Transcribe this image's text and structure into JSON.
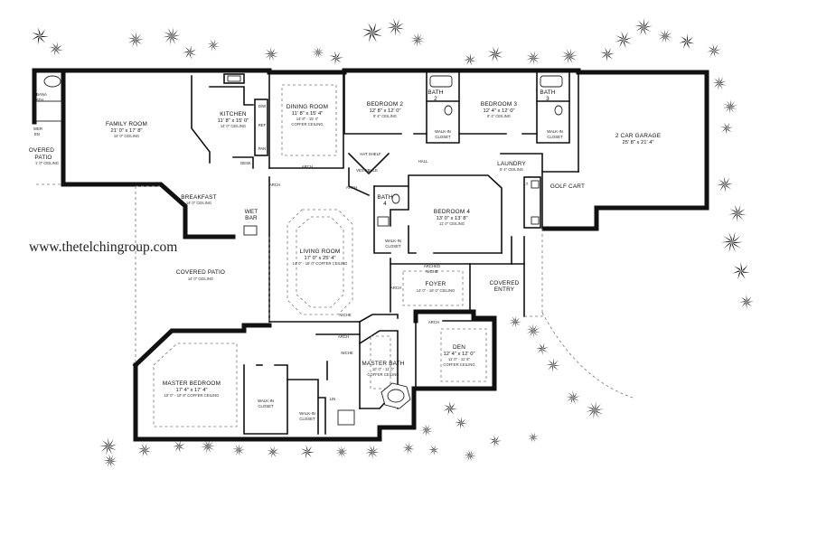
{
  "website": "www.thetelchingroup.com",
  "rooms": {
    "cabana_bath": {
      "name_1": "BANA",
      "name_2": "ATH"
    },
    "shower": {
      "line_1": "WER",
      "line_2": "EN"
    },
    "covered_patio_left": {
      "name": "OVERED",
      "name_2": "PATIO",
      "ceiling": "1' 0\" CEILING"
    },
    "family_room": {
      "name": "FAMILY ROOM",
      "dim": "21' 0\" x 17' 8\"",
      "ceiling": "14' 0\" CEILING"
    },
    "kitchen": {
      "name": "KITCHEN",
      "dim": "11' 8\" x 15' 0\"",
      "ceiling": "14' 0\" CEILING"
    },
    "dining_room": {
      "name": "DINING ROOM",
      "dim": "11' 8\" x 15' 4\"",
      "ceiling": "14' 8\" - 15' 4\"",
      "ceiling_2": "COFFER CEILING"
    },
    "bedroom2": {
      "name": "BEDROOM 2",
      "dim": "12' 8\" x 12' 0\"",
      "ceiling": "9' 4\" CEILING"
    },
    "bath2": {
      "name": "BATH",
      "num": "2"
    },
    "walkin_closet_2": {
      "name": "WALK-IN",
      "name_2": "CLOSET"
    },
    "bedroom3": {
      "name": "BEDROOM 3",
      "dim": "12' 4\" x 12' 0\"",
      "ceiling": "9' 4\" CEILING"
    },
    "bath3": {
      "name": "BATH",
      "num": "3"
    },
    "walkin_closet_3": {
      "name": "WALK-IN",
      "name_2": "CLOSET"
    },
    "garage": {
      "name": "2 CAR GARAGE",
      "dim": "25' 8\" x 21' 4\""
    },
    "laundry": {
      "name": "LAUNDRY",
      "ceiling": "9' 4\" CEILING"
    },
    "golf_cart": {
      "name": "GOLF CART"
    },
    "hall": {
      "name": "HALL"
    },
    "hat_shelf": {
      "name": "HAT SHELF"
    },
    "vestibule": {
      "name": "VESTIBULE"
    },
    "breakfast": {
      "name": "BREAKFAST",
      "ceiling": "14' 0\" CEILING"
    },
    "wet_bar": {
      "name": "WET",
      "name_2": "BAR"
    },
    "living_room": {
      "name": "LIVING ROOM",
      "dim": "17' 0\" x 25' 4\"",
      "ceiling": "14' 0\" - 16' 0\" COFFER CEILING"
    },
    "bath4": {
      "name": "BATH",
      "num": "4"
    },
    "bedroom4": {
      "name": "BEDROOM 4",
      "dim": "13' 0\" x 13' 8\"",
      "ceiling": "11' 0\" CEILING"
    },
    "walkin_closet_4": {
      "name": "WALK-IN",
      "name_2": "CLOSET"
    },
    "arched_niche": {
      "name": "ARCHED",
      "name_2": "NICHE"
    },
    "foyer": {
      "name": "FOYER",
      "ceiling": "14' 0\" - 16' 0\" CEILING"
    },
    "covered_entry": {
      "name": "COVERED",
      "name_2": "ENTRY"
    },
    "covered_patio": {
      "name": "COVERED PATIO",
      "ceiling": "14' 0\" CEILING"
    },
    "master_bedroom": {
      "name": "MASTER BEDROOM",
      "dim": "17' 4\" x 17' 4\"",
      "ceiling": "10' 0\" - 10' 8\" COFFER CEILING"
    },
    "walkin_closet_m1": {
      "name": "WALK-IN",
      "name_2": "CLOSET"
    },
    "walkin_closet_m2": {
      "name": "WALK-IN",
      "name_2": "CLOSET"
    },
    "master_bath": {
      "name": "MASTER BATH",
      "ceiling": "10' 0\" - 11' 0\"",
      "ceiling_2": "COFFER CEILING"
    },
    "den": {
      "name": "DEN",
      "dim": "12' 4\" x 12' 0\"",
      "ceiling": "11' 0\" - 11' 8\"",
      "ceiling_2": "COFFER CEILING"
    },
    "lin": {
      "name": "LIN"
    }
  },
  "labels": {
    "desk": "DESK",
    "pan": "PAN",
    "dw": "D/W",
    "ref": "REF",
    "lt": "LT",
    "arch_dining": "ARCH",
    "arch_left": "ARCH",
    "arch_vestibule": "ARCH",
    "arch_den": "ARCH",
    "arch_master": "ARCH",
    "niche_master": "NICHE",
    "niche_bath": "NICHE",
    "arch_foyer": "ARCH"
  }
}
